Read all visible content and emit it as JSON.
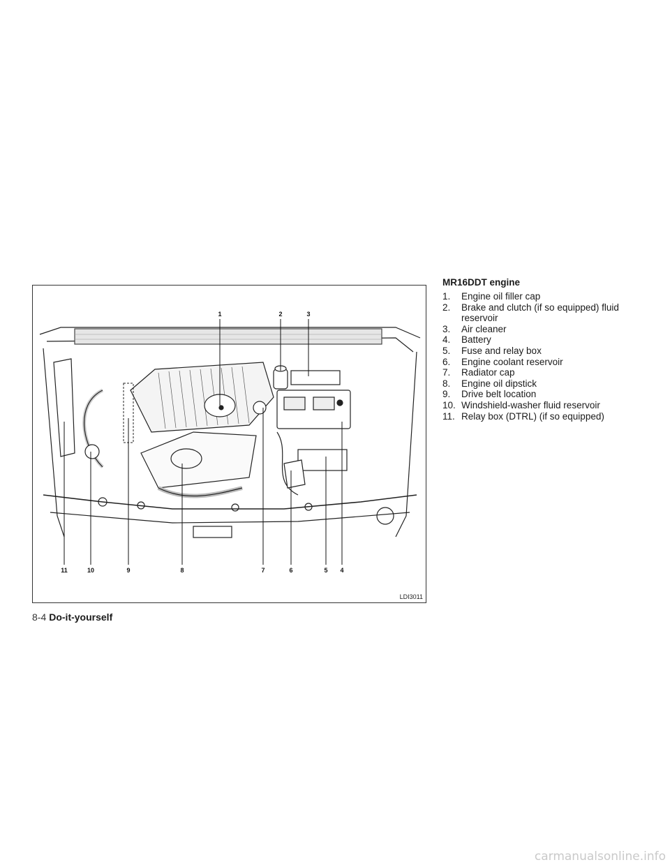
{
  "figure": {
    "code": "LDI3011",
    "callouts": [
      {
        "label": "1"
      },
      {
        "label": "2"
      },
      {
        "label": "3"
      },
      {
        "label": "4"
      },
      {
        "label": "5"
      },
      {
        "label": "6"
      },
      {
        "label": "7"
      },
      {
        "label": "8"
      },
      {
        "label": "9"
      },
      {
        "label": "10"
      },
      {
        "label": "11"
      }
    ]
  },
  "legend": {
    "title": "MR16DDT engine",
    "items": [
      {
        "num": "1.",
        "text": "Engine oil filler cap"
      },
      {
        "num": "2.",
        "text": "Brake and clutch (if so equipped) fluid reservoir"
      },
      {
        "num": "3.",
        "text": "Air cleaner"
      },
      {
        "num": "4.",
        "text": "Battery"
      },
      {
        "num": "5.",
        "text": "Fuse and relay box"
      },
      {
        "num": "6.",
        "text": "Engine coolant reservoir"
      },
      {
        "num": "7.",
        "text": "Radiator cap"
      },
      {
        "num": "8.",
        "text": "Engine oil dipstick"
      },
      {
        "num": "9.",
        "text": "Drive belt location"
      },
      {
        "num": "10.",
        "text": "Windshield-washer fluid reservoir"
      },
      {
        "num": "11.",
        "text": "Relay box (DTRL) (if so equipped)"
      }
    ]
  },
  "footer": {
    "page": "8-4",
    "section": "Do-it-yourself"
  },
  "watermark": "carmanualsonline.info"
}
